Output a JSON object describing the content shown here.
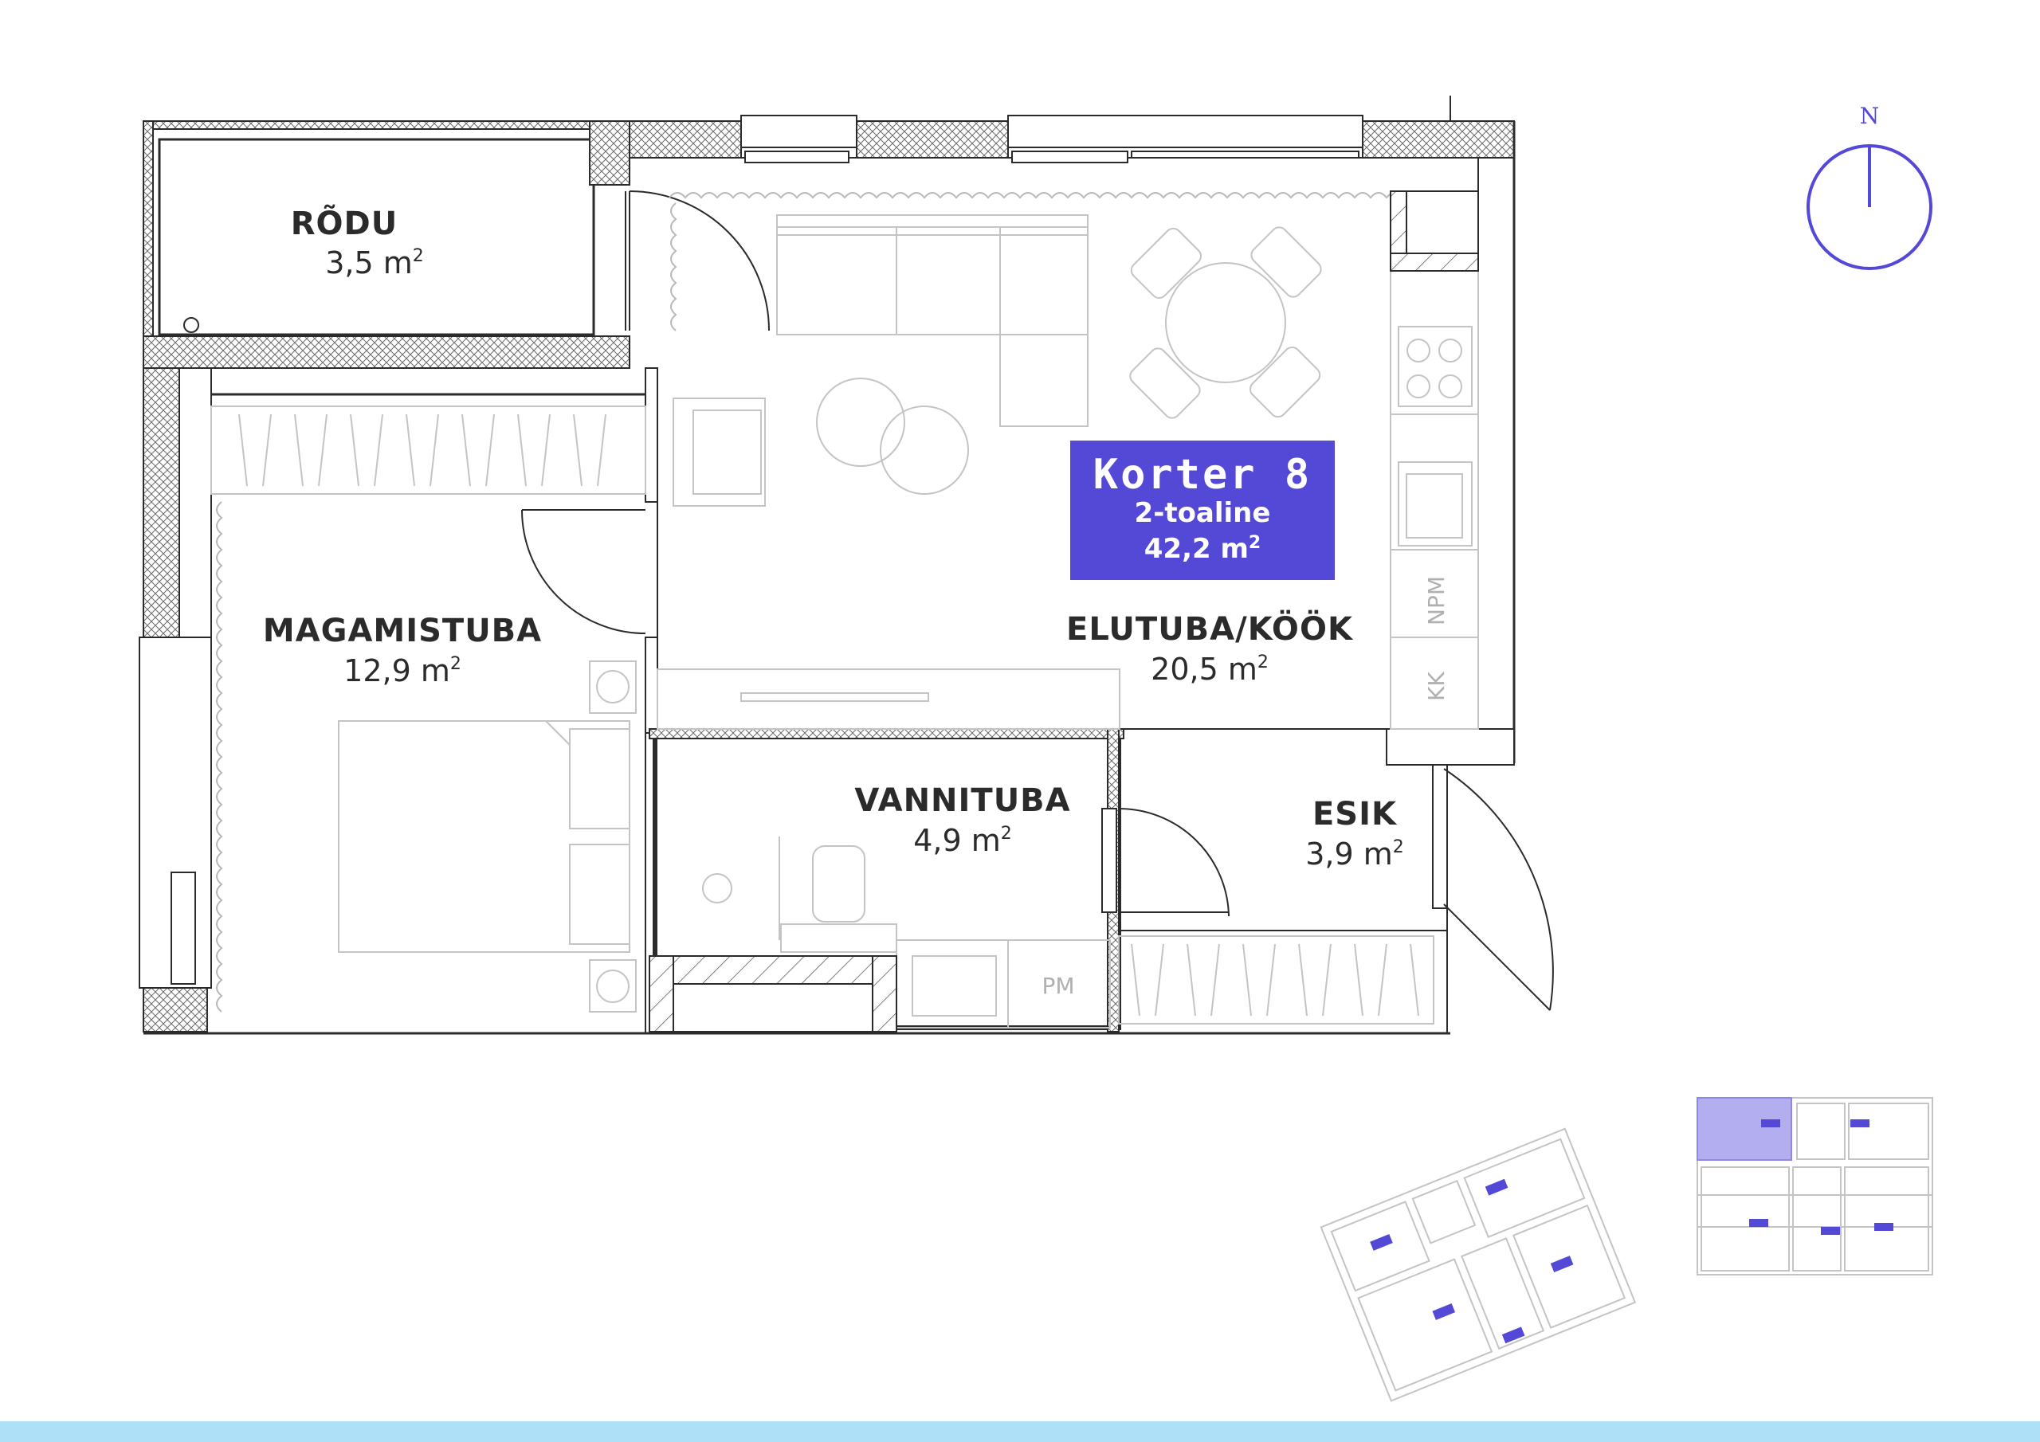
{
  "apartment": {
    "title": "Korter 8",
    "type": "2-toaline",
    "area_value": "42,2 m",
    "area_sup": "2"
  },
  "rooms": {
    "rodu": {
      "name": "RÕDU",
      "area": "3,5 m",
      "sup": "2"
    },
    "magamistuba": {
      "name": "MAGAMISTUBA",
      "area": "12,9 m",
      "sup": "2"
    },
    "elutuba": {
      "name": "ELUTUBA/KÖÖK",
      "area": "20,5 m",
      "sup": "2"
    },
    "vannituba": {
      "name": "VANNITUBA",
      "area": "4,9 m",
      "sup": "2"
    },
    "esik": {
      "name": "ESIK",
      "area": "3,9 m",
      "sup": "2"
    }
  },
  "fixtures": {
    "npm": "NPM",
    "kk": "KK",
    "pm": "PM"
  },
  "compass": {
    "label": "N"
  },
  "colors": {
    "accent": "#5448d6",
    "wall": "#2b2b2b",
    "furniture": "#c8c8c8",
    "footer": "#aee0f7",
    "text": "#2b2b2b"
  }
}
